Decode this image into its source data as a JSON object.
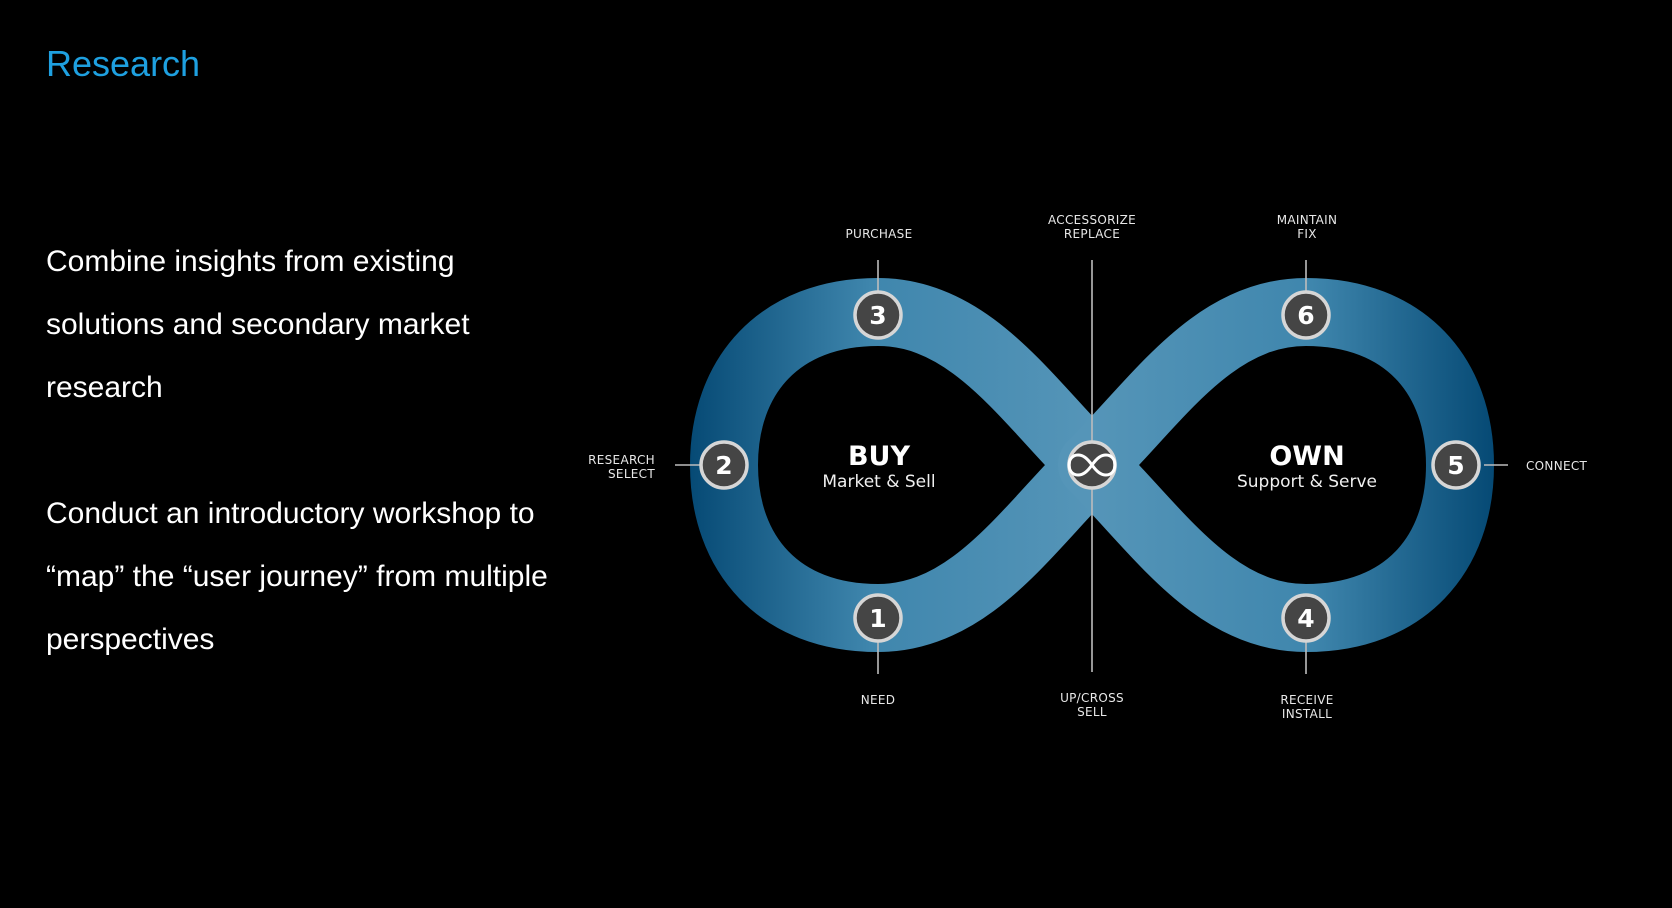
{
  "slide": {
    "title": "Research",
    "paragraphs": [
      "Combine insights from existing solutions and secondary market research",
      "Conduct an introductory workshop to “map” the “user journey” from multiple perspectives"
    ]
  },
  "diagram": {
    "left_loop": {
      "title": "BUY",
      "subtitle": "Market & Sell"
    },
    "right_loop": {
      "title": "OWN",
      "subtitle": "Support & Serve"
    },
    "center_icon": "infinity-icon",
    "steps": [
      {
        "number": "1",
        "label_lines": [
          "NEED"
        ]
      },
      {
        "number": "2",
        "label_lines": [
          "RESEARCH",
          "SELECT"
        ]
      },
      {
        "number": "3",
        "label_lines": [
          "PURCHASE"
        ]
      },
      {
        "number": "4",
        "label_lines": [
          "RECEIVE",
          "INSTALL"
        ]
      },
      {
        "number": "5",
        "label_lines": [
          "CONNECT"
        ]
      },
      {
        "number": "6",
        "label_lines": [
          "MAINTAIN",
          "FIX"
        ]
      }
    ],
    "center_top_label_lines": [
      "ACCESSORIZE",
      "REPLACE"
    ],
    "center_bottom_label_lines": [
      "UP/CROSS",
      "SELL"
    ]
  },
  "colors": {
    "background": "#000000",
    "title": "#1ea0e0",
    "band_light": "#4f93b7",
    "band_dark": "#064a75",
    "node_fill": "#454545",
    "node_ring": "#d6d6d6"
  }
}
